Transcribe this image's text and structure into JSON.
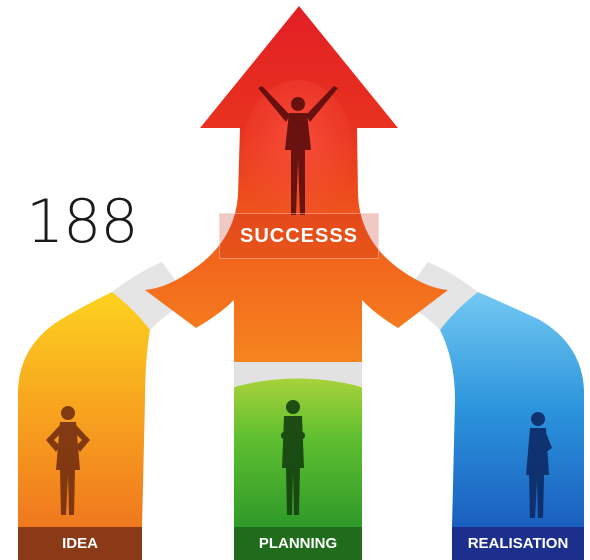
{
  "figure": {
    "number": "188"
  },
  "labels": {
    "success": "SUCCESSS",
    "idea": "IDEA",
    "planning": "PLANNING",
    "realisation": "REALISATION"
  },
  "colors": {
    "arrow_red": "#e31e24",
    "arrow_orange": "#f36a1c",
    "idea_yellow": "#fcd21f",
    "idea_orange": "#f0781e",
    "planning_green": "#46b72c",
    "realisation_blue": "#1f8fdc",
    "connector_grey": "#e6e6e6"
  },
  "icons": {
    "success": "person-arms-raised-icon",
    "idea": "person-hands-on-hips-icon",
    "planning": "person-arms-crossed-icon",
    "realisation": "person-hand-on-chin-icon"
  }
}
